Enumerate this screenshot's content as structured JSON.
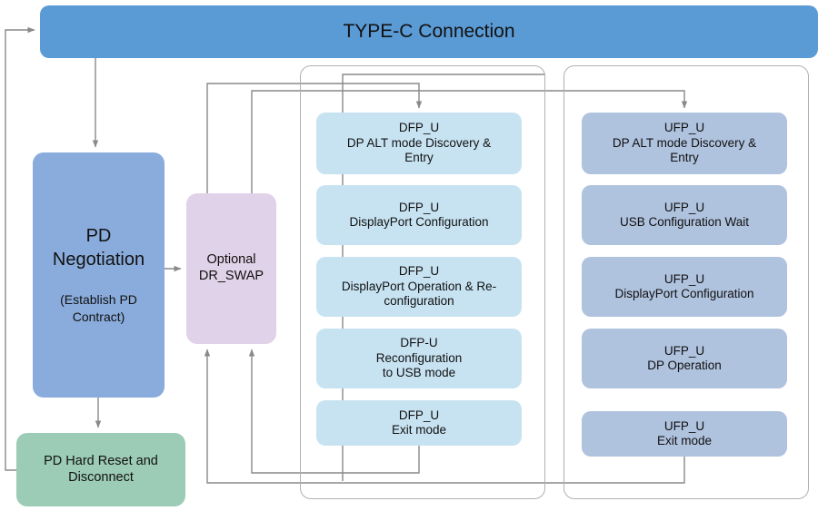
{
  "diagram": {
    "title": "TYPE-C Connection",
    "header": {
      "label": "TYPE-C Connection"
    },
    "left_flow": {
      "pd_negotiation": {
        "title_line1": "PD",
        "title_line2": "Negotiation",
        "subtitle_line1": "(Establish PD",
        "subtitle_line2": "Contract)"
      },
      "hard_reset": {
        "line1": "PD Hard Reset and",
        "line2": "Disconnect"
      },
      "dr_swap": {
        "line1": "Optional",
        "line2": "DR_SWAP"
      }
    },
    "columns": [
      {
        "id": "dfp",
        "name": "DFP_U column",
        "color": "#C7E3F2",
        "stages": [
          {
            "role": "DFP_U",
            "desc_line1": "DP ALT mode Discovery &",
            "desc_line2": "Entry"
          },
          {
            "role": "DFP_U",
            "desc_line1": "DisplayPort Configuration",
            "desc_line2": ""
          },
          {
            "role": "DFP_U",
            "desc_line1": "DisplayPort Operation & Re-",
            "desc_line2": "configuration"
          },
          {
            "role": "DFP-U",
            "desc_line1": "Reconfiguration",
            "desc_line2": "to USB mode"
          },
          {
            "role": "DFP_U",
            "desc_line1": "Exit mode",
            "desc_line2": ""
          }
        ]
      },
      {
        "id": "ufp",
        "name": "UFP_U column",
        "color": "#AFC2DE",
        "stages": [
          {
            "role": "UFP_U",
            "desc_line1": "DP ALT mode Discovery &",
            "desc_line2": "Entry"
          },
          {
            "role": "UFP_U",
            "desc_line1": "USB Configuration Wait",
            "desc_line2": ""
          },
          {
            "role": "UFP_U",
            "desc_line1": "DisplayPort Configuration",
            "desc_line2": ""
          },
          {
            "role": "UFP_U",
            "desc_line1": "DP Operation",
            "desc_line2": ""
          },
          {
            "role": "UFP_U",
            "desc_line1": "Exit mode",
            "desc_line2": ""
          }
        ]
      }
    ],
    "colors": {
      "header_blue": "#5B9BD5",
      "pd_negotiation_blue": "#8AACDC",
      "hard_reset_green": "#9CCBB6",
      "dr_swap_pink": "#E0D2E8",
      "dfp_stage_blue": "#C7E3F2",
      "ufp_stage_blue": "#AFC2DE",
      "connector_gray": "#898989",
      "frame_gray": "#B0B0B0"
    }
  }
}
